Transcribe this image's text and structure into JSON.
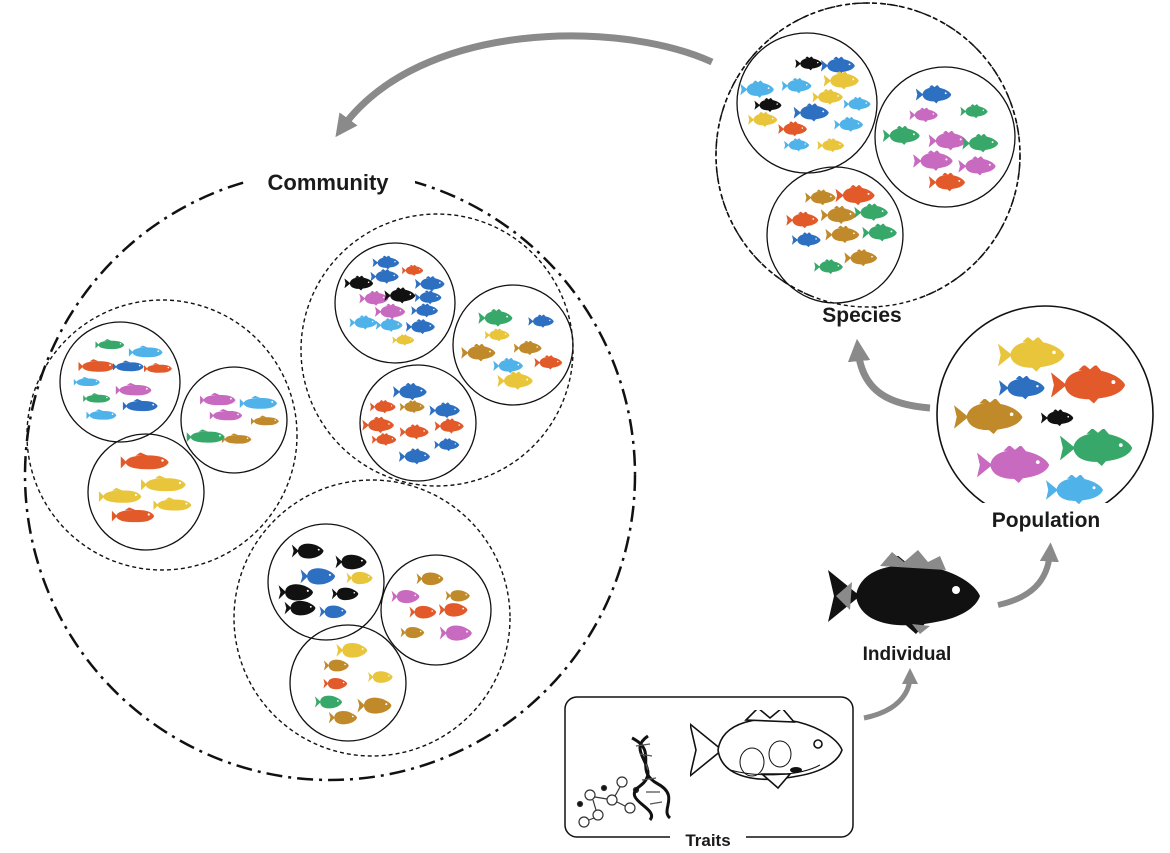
{
  "labels": {
    "community": "Community",
    "species": "Species",
    "population": "Population",
    "individual": "Individual",
    "traits": "Traits"
  },
  "colors": {
    "black": "#111111",
    "orange": "#e25a2a",
    "yellow": "#e8c53a",
    "blue": "#2d6fc0",
    "skyblue": "#4fb3ea",
    "pink": "#c86ac0",
    "brown": "#c08a2a",
    "green": "#38a86a",
    "arrow": "#8a8a8a"
  },
  "icons": [
    "fish-icon",
    "dna-icon",
    "molecule-icon",
    "fish-anatomy-icon",
    "arrow-icon"
  ]
}
